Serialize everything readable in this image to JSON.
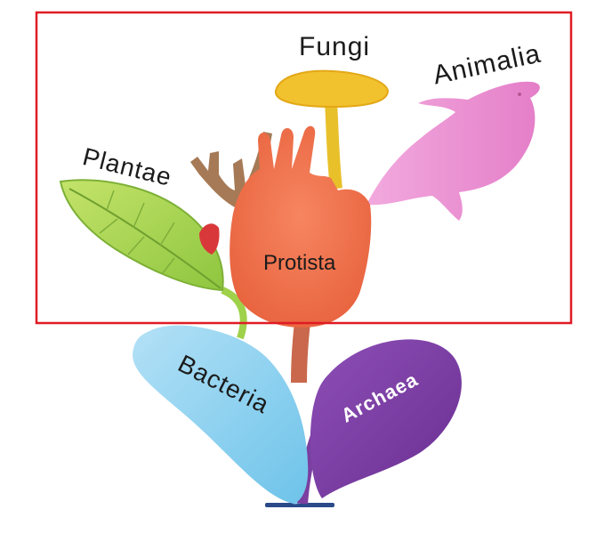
{
  "diagram": {
    "labels": {
      "fungi": "Fungi",
      "animalia": "Animalia",
      "plantae": "Plantae",
      "protista": "Protista",
      "bacteria": "Bacteria",
      "archaea": "Archaea"
    },
    "colors": {
      "fungi": "#f2c12e",
      "animalia": "#ea8fd0",
      "plantae": "#a8d44a",
      "protista": "#f47454",
      "bacteria": "#8fd0ef",
      "archaea": "#7a3fa0",
      "highlight_box": "#e01b24",
      "base": "#2a4a8a"
    }
  }
}
